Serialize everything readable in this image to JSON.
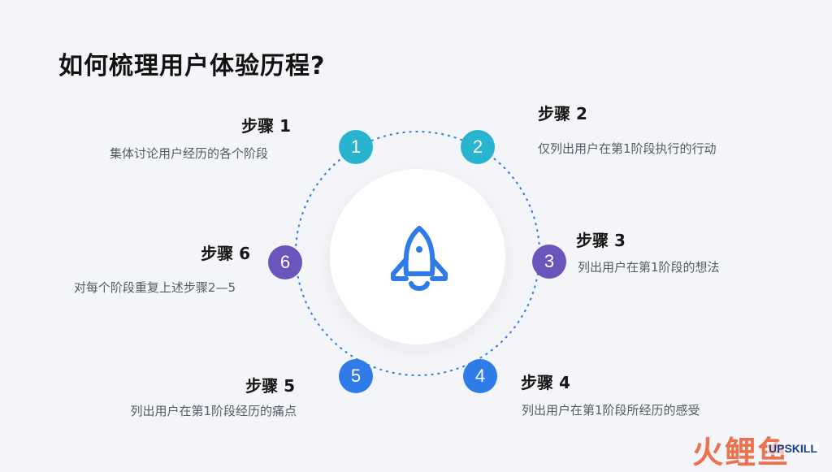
{
  "title": "如何梳理用户体验历程?",
  "center_icon": "rocket-icon",
  "steps": [
    {
      "num": "1",
      "label": "步骤 1",
      "desc": "集体讨论用户经历的各个阶段",
      "color": "#28b4cf"
    },
    {
      "num": "2",
      "label": "步骤 2",
      "desc": "仅列出用户在第1阶段执行的行动",
      "color": "#28b4cf"
    },
    {
      "num": "3",
      "label": "步骤 3",
      "desc": "列出用户在第1阶段的想法",
      "color": "#6a55ba"
    },
    {
      "num": "4",
      "label": "步骤 4",
      "desc": "列出用户在第1阶段所经历的感受",
      "color": "#2f7ce8"
    },
    {
      "num": "5",
      "label": "步骤 5",
      "desc": "列出用户在第1阶段经历的痛点",
      "color": "#2f7ce8"
    },
    {
      "num": "6",
      "label": "步骤 6",
      "desc": "对每个阶段重复上述步骤2—5",
      "color": "#6a55ba"
    }
  ],
  "watermark": {
    "cn": "火鲤鱼",
    "en": "UPSKILL"
  }
}
